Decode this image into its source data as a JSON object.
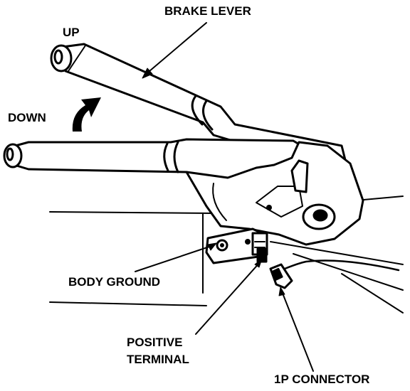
{
  "labels": {
    "brake_lever": "BRAKE LEVER",
    "up": "UP",
    "down": "DOWN",
    "body_ground": "BODY GROUND",
    "positive_terminal_line1": "POSITIVE",
    "positive_terminal_line2": "TERMINAL",
    "connector": "1P CONNECTOR"
  },
  "colors": {
    "ink": "#000000",
    "paper": "#ffffff"
  }
}
